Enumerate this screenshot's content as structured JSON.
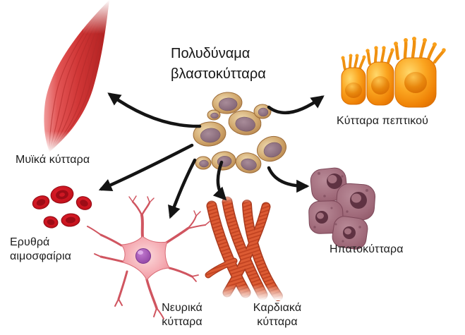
{
  "diagram": {
    "title": "Πολυδύναμα βλαστοκύτταρα",
    "center_cell": {
      "id": "stem-cells",
      "label": "Πολυδύναμα βλαστοκύτταρα"
    },
    "cell_types": [
      {
        "id": "muscle",
        "label": "Μυϊκά κύτταρα",
        "position": "top-left"
      },
      {
        "id": "digestive",
        "label": "Κύτταρα πεπτικού",
        "position": "top-right"
      },
      {
        "id": "red-blood",
        "label": "Ερυθρά αιμοσφαίρια",
        "position": "left"
      },
      {
        "id": "neural",
        "label": "Νευρικά κύτταρα",
        "position": "bottom-center-left"
      },
      {
        "id": "cardiac",
        "label": "Καρδιακά κύτταρα",
        "position": "bottom-center"
      },
      {
        "id": "hepatic",
        "label": "Ηπατοκύτταρα",
        "position": "right"
      }
    ],
    "arrow_count": 6,
    "colors": {
      "background": "#ffffff",
      "arrow": "#141414",
      "text": "#1c1c1c",
      "muscle_red": "#d23c3c",
      "stem_cell_tan": "#c99a62",
      "stem_nucleus_mauve": "#8d7082",
      "digestive_orange": "#f59c14",
      "red_blood_cell": "#c5121c",
      "neuron_pink": "#f3a7af",
      "neuron_nucleus_purple": "#8a3d9e",
      "cardiac_orange_red": "#dc5b33",
      "hepatocyte_plum": "#a06a7a"
    }
  }
}
